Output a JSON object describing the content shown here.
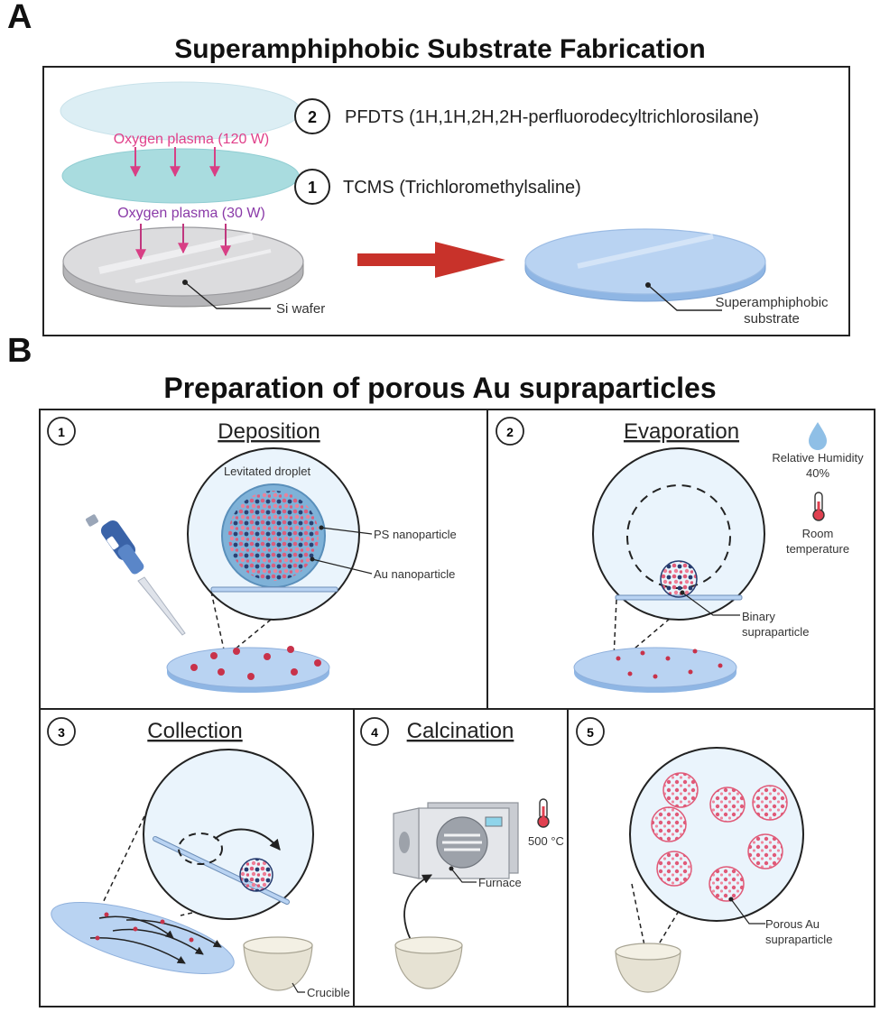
{
  "panel_a": {
    "letter": "A",
    "title": "Superamphiphobic Substrate Fabrication",
    "step2_number": "2",
    "step2_label": "PFDTS (1H,1H,2H,2H-perfluorodecyltrichlorosilane)",
    "step1_number": "1",
    "step1_label": "TCMS (Trichloromethylsaline)",
    "plasma_120": "Oxygen plasma (120 W)",
    "plasma_30": "Oxygen plasma (30 W)",
    "si_wafer": "Si wafer",
    "substrate_line1": "Superamphiphobic",
    "substrate_line2": "substrate"
  },
  "panel_b": {
    "letter": "B",
    "title": "Preparation of porous Au supraparticles",
    "deposition": {
      "number": "1",
      "title": "Deposition",
      "levitated": "Levitated droplet",
      "ps": "PS nanoparticle",
      "au": "Au nanoparticle"
    },
    "evaporation": {
      "number": "2",
      "title": "Evaporation",
      "humidity_line1": "Relative Humidity",
      "humidity_line2": "40%",
      "temp_line1": "Room",
      "temp_line2": "temperature",
      "binary_line1": "Binary",
      "binary_line2": "supraparticle"
    },
    "collection": {
      "number": "3",
      "title": "Collection",
      "crucible": "Crucible"
    },
    "calcination": {
      "number": "4",
      "title": "Calcination",
      "temp": "500 °C",
      "furnace": "Furnace"
    },
    "final": {
      "number": "5",
      "porous_line1": "Porous Au",
      "porous_line2": "supraparticle"
    }
  },
  "colors": {
    "plasma_text": "#e0408a",
    "plasma_text_30": "#8a3aa8",
    "arrow_red": "#c8322a",
    "substrate_blue": "#b9d3f2",
    "particle_red": "#e05a78",
    "particle_navy": "#263b6e"
  }
}
